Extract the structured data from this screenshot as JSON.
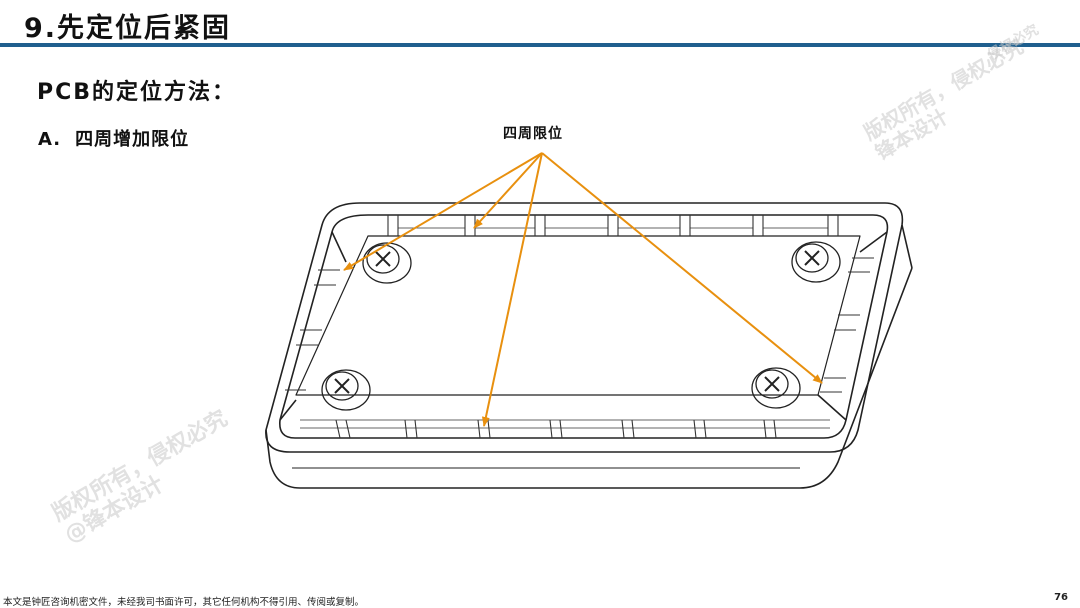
{
  "slide": {
    "title": "9.先定位后紧固",
    "heading": "PCB的定位方法：",
    "item_a_marker": "A.",
    "item_a_text": "四周增加限位",
    "callout_label": "四周限位",
    "callout_color": "#e8900f",
    "rule_color": "#1f5f8e"
  },
  "watermarks": {
    "line1": "版权所有，侵权必究",
    "line2": "@锋本设计",
    "line3": "版权所有，侵权必究",
    "line4": "锋本设计",
    "line5": "侵权必究"
  },
  "footer": {
    "note": "本文是钟匠咨询机密文件，未经我司书面许可，其它任何机构不得引用、传阅或复制。",
    "page_number": "76"
  }
}
